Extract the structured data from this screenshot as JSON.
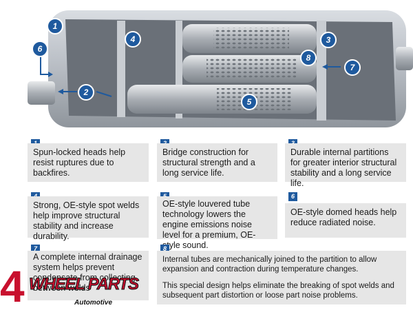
{
  "callouts": [
    {
      "number": "1",
      "text": "Spun-locked heads help resist ruptures due to backfires."
    },
    {
      "number": "2",
      "text": "Bridge construction for structural strength and a long service life."
    },
    {
      "number": "3",
      "text": "Durable internal partitions for greater interior structural stability and a long service life."
    },
    {
      "number": "4",
      "text": "Strong, OE-style spot welds help improve structural stability and increase durability."
    },
    {
      "number": "5",
      "text": "OE-style louvered tube technology lowers the engine emissions noise level for a premium, OE-style sound."
    },
    {
      "number": "6",
      "text": "OE-style domed heads help reduce radiated noise."
    },
    {
      "number": "7",
      "text": "A complete internal drainage system helps prevent condensate from collecting between welds"
    },
    {
      "number": "8",
      "paragraphs": [
        "Internal tubes are mechanically joined to the partition to allow expansion and contraction during temperature changes.",
        "This special design helps eliminate the breaking of spot welds and subsequent part distortion or loose part noise problems."
      ]
    }
  ],
  "diagram_markers": [
    "1",
    "2",
    "3",
    "4",
    "5",
    "6",
    "7",
    "8"
  ],
  "logo": {
    "text_main": "4 WHEEL PARTS",
    "text_sub": "Automotive"
  },
  "colors": {
    "accent": "#1f5a9e",
    "box_bg": "#e6e6e6",
    "logo_red": "#c8102e"
  }
}
